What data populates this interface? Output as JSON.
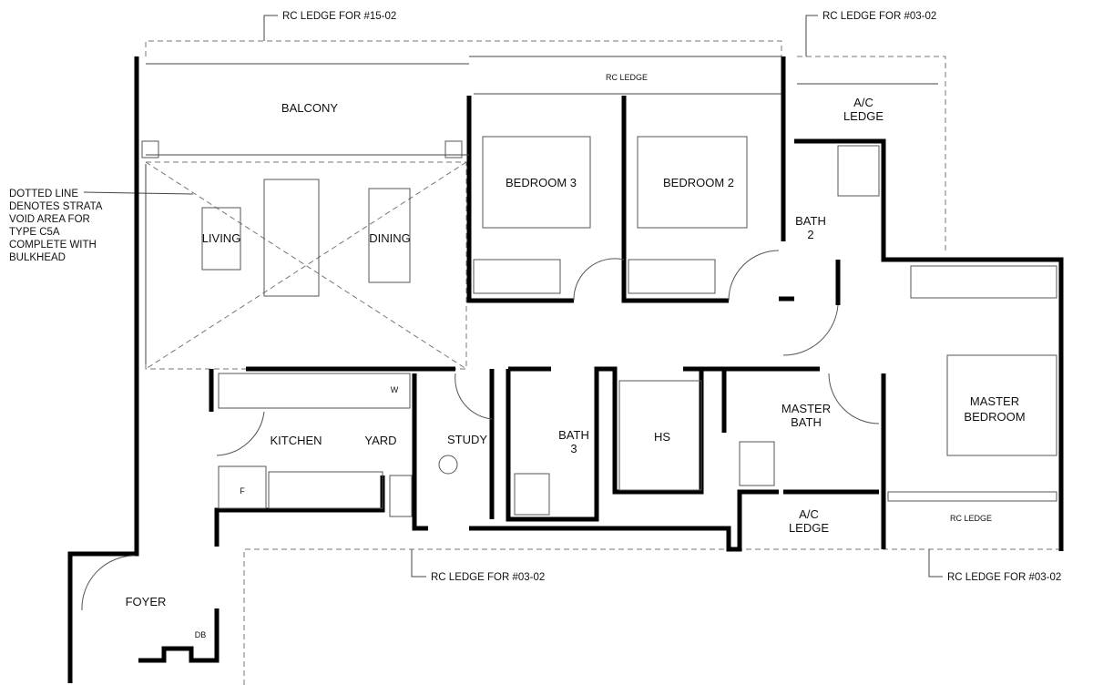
{
  "annotations": {
    "rc_ledge_15_02": "RC LEDGE FOR #15-02",
    "rc_ledge_03_02_top": "RC LEDGE FOR #03-02",
    "rc_ledge_03_02_bottom_left": "RC LEDGE FOR #03-02",
    "rc_ledge_03_02_bottom_right": "RC LEDGE FOR #03-02",
    "void_note": [
      "DOTTED LINE",
      "DENOTES STRATA",
      "VOID AREA FOR",
      "TYPE C5A",
      "COMPLETE WITH",
      "BULKHEAD"
    ]
  },
  "rooms": {
    "balcony": "BALCONY",
    "rc_ledge_top": "RC LEDGE",
    "ac_ledge_top": [
      "A/C",
      "LEDGE"
    ],
    "bedroom3": "BEDROOM 3",
    "bedroom2": "BEDROOM 2",
    "bath2": [
      "BATH",
      "2"
    ],
    "living": "LIVING",
    "dining": "DINING",
    "washer": "W",
    "kitchen": "KITCHEN",
    "yard": "YARD",
    "study": "STUDY",
    "bath3": [
      "BATH",
      "3"
    ],
    "hs": "HS",
    "master_bath": [
      "MASTER",
      "BATH"
    ],
    "master_bedroom": [
      "MASTER",
      "BEDROOM"
    ],
    "fridge": "F",
    "ac_ledge_bottom": [
      "A/C",
      "LEDGE"
    ],
    "rc_ledge_bottom": "RC LEDGE",
    "foyer": "FOYER",
    "db": "DB"
  }
}
